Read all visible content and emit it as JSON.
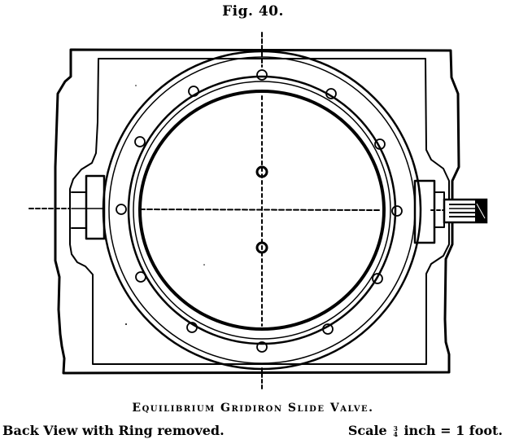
{
  "figure": {
    "label": "Fig. 40."
  },
  "caption": {
    "title": "Equilibrium Gridiron Slide Valve.",
    "subtitle": "Back View with Ring removed.",
    "scale_prefix": "Scale",
    "scale_fraction_numerator": "3",
    "scale_fraction_denominator": "4",
    "scale_suffix": "inch = 1 foot."
  },
  "drawing": {
    "ink_color": "#000000",
    "paper_color": "#ffffff",
    "bolt_hole_count": 12,
    "center_hole_count": 2
  }
}
